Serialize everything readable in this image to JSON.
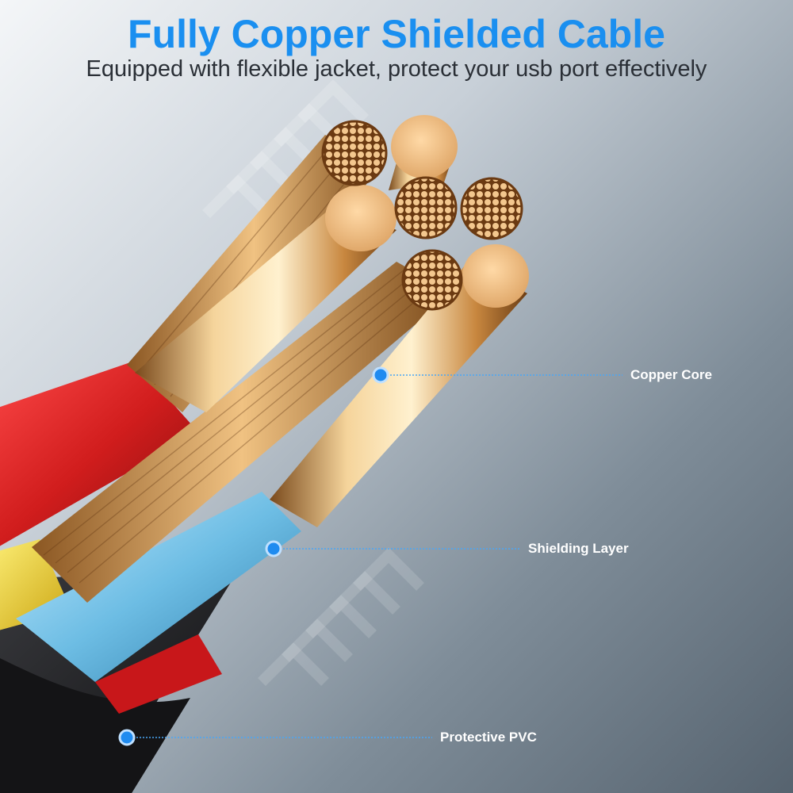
{
  "header": {
    "title": "Fully Copper Shielded Cable",
    "subtitle": "Equipped with flexible jacket, protect your usb port effectively"
  },
  "callouts": [
    {
      "label": "Copper Core"
    },
    {
      "label": "Shielding Layer"
    },
    {
      "label": "Protective PVC"
    }
  ],
  "colors": {
    "title": "#1a8ff0",
    "subtitle": "#2a2f36",
    "callout_dot": "#1f8bf0",
    "callout_line": "#4aa6f5",
    "label": "#ffffff",
    "copper": "#e0a86a",
    "red_insulation": "#d11d1d",
    "blue_insulation": "#6dbde4",
    "yellow_insulation": "#f1d22a",
    "pvc_jacket": "#1b1b1d"
  }
}
